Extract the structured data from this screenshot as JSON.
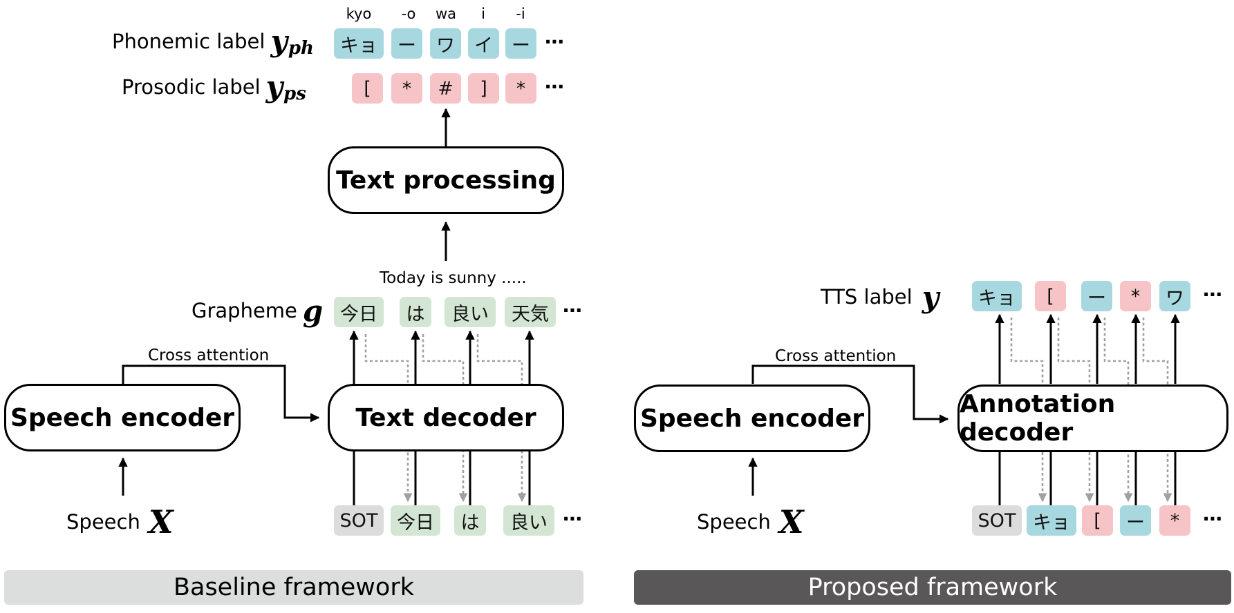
{
  "baseline": {
    "phonemic_label": "Phonemic label",
    "phonemic_var": "y",
    "phonemic_sub": "ph",
    "prosodic_label": "Prosodic label",
    "prosodic_var": "y",
    "prosodic_sub": "ps",
    "romaji": [
      "kyo",
      "-o",
      "wa",
      "i",
      "-i"
    ],
    "phonemic_tokens": [
      "キョ",
      "ー",
      "ワ",
      "イ",
      "ー"
    ],
    "prosodic_tokens": [
      "[",
      "*",
      "#",
      "]",
      "*"
    ],
    "text_processing": "Text processing",
    "transcript": "Today is sunny .....",
    "grapheme_label": "Grapheme",
    "grapheme_var": "g",
    "grapheme_tokens": [
      "今日",
      "は",
      "良い",
      "天気"
    ],
    "cross_attention": "Cross attention",
    "speech_encoder": "Speech encoder",
    "text_decoder": "Text decoder",
    "speech_label": "Speech",
    "speech_var": "X",
    "input_tokens": [
      "SOT",
      "今日",
      "は",
      "良い"
    ],
    "ellipsis": "⋯",
    "footer": "Baseline framework",
    "footer_bg": "#dcdddd"
  },
  "proposed": {
    "tts_label": "TTS label",
    "tts_var": "y",
    "output_tokens": [
      "キョ",
      "[",
      "ー",
      "*",
      "ワ"
    ],
    "cross_attention": "Cross attention",
    "speech_encoder": "Speech encoder",
    "annotation_decoder": "Annotation decoder",
    "speech_label": "Speech",
    "speech_var": "X",
    "input_tokens": [
      "SOT",
      "キョ",
      "[",
      "ー",
      "*"
    ],
    "ellipsis": "⋯",
    "footer": "Proposed framework",
    "footer_bg": "#595757"
  },
  "colors": {
    "phoneme": "#a8d8df",
    "prosody": "#f6c4c6",
    "grapheme": "#d3e6d3",
    "sot": "#dcdcdc",
    "feedback_arrow": "#a0a0a0"
  }
}
